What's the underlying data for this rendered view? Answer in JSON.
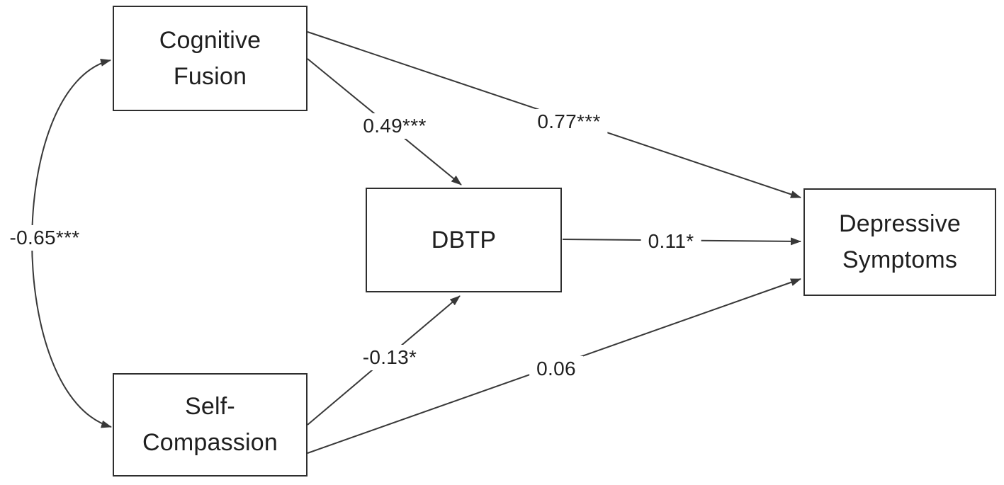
{
  "figure": {
    "type": "structural-path-diagram",
    "background_color": "#ffffff",
    "line_color": "#383838",
    "text_color": "#1f1f1f",
    "nodes": [
      {
        "id": "cognitive-fusion",
        "label": "Cognitive\nFusion"
      },
      {
        "id": "self-compassion",
        "label": "Self-\nCompassion"
      },
      {
        "id": "dbtp",
        "label": "DBTP"
      },
      {
        "id": "depressive-symptoms",
        "label": "Depressive\nSymptoms"
      }
    ],
    "paths": [
      {
        "from": "Cognitive Fusion",
        "to": "DBTP",
        "coefficient": "0.49***",
        "arrow": "single"
      },
      {
        "from": "Cognitive Fusion",
        "to": "Depressive Symptoms",
        "coefficient": "0.77***",
        "arrow": "single"
      },
      {
        "from": "DBTP",
        "to": "Depressive Symptoms",
        "coefficient": "0.11*",
        "arrow": "single"
      },
      {
        "from": "Self-Compassion",
        "to": "DBTP",
        "coefficient": "-0.13*",
        "arrow": "single"
      },
      {
        "from": "Self-Compassion",
        "to": "Depressive Symptoms",
        "coefficient": "0.06",
        "arrow": "single"
      },
      {
        "from": "Cognitive Fusion",
        "to": "Self-Compassion",
        "coefficient": "-0.65***",
        "arrow": "double-curved"
      }
    ]
  }
}
